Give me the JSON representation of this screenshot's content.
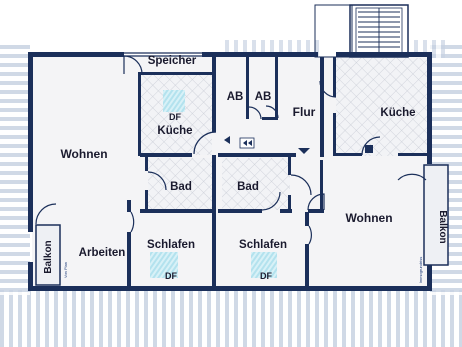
{
  "plan": {
    "rooms": {
      "wohnen_left": "Wohnen",
      "speicher": "Speicher",
      "kueche_left": "Küche",
      "df_kueche": "DF",
      "ab1": "AB",
      "ab2": "AB",
      "flur": "Flur",
      "kueche_right": "Küche",
      "bad_left": "Bad",
      "bad_right": "Bad",
      "wohnen_right": "Wohnen",
      "schlafen_left": "Schlafen",
      "schlafen_right": "Schlafen",
      "df_schlafen_left": "DF",
      "df_schlafen_right": "DF",
      "arbeiten": "Arbeiten",
      "balkon_left": "Balkon",
      "balkon_right": "Balkon"
    },
    "watermark": "Immogrundriss",
    "small_print": "Von Plan"
  },
  "colors": {
    "wall": "#1b2f5a",
    "floor": "#f4f4f6",
    "tile_hatch": "#c9cdd6",
    "skylight": "#bfe6f0",
    "roof_stripes": "#c8d2e2"
  }
}
